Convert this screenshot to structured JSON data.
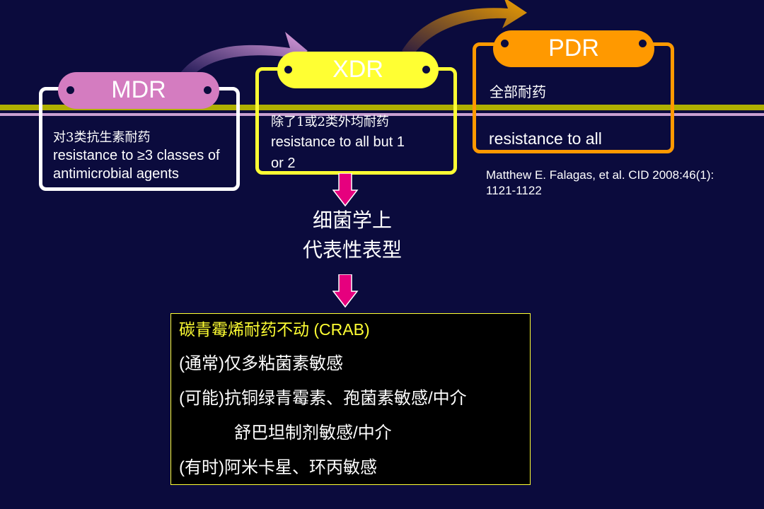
{
  "colors": {
    "background": "#0b0b3d",
    "mdr": "#d47cc0",
    "xdr": "#ffff33",
    "pdr": "#ff9900",
    "white": "#ffffff",
    "magenta": "#e6007e"
  },
  "mdr": {
    "label": "MDR",
    "desc_cn": "对3类抗生素耐药",
    "desc_en_1": "resistance to ≥3 classes of",
    "desc_en_2": "antimicrobial agents"
  },
  "xdr": {
    "label": "XDR",
    "desc_cn": "除了1或2类外均耐药",
    "desc_en_1": "resistance to all but 1",
    "desc_en_2": "or 2"
  },
  "pdr": {
    "label": "PDR",
    "desc_cn": "全部耐药",
    "desc_en": "resistance to all"
  },
  "citation": {
    "line1": "Matthew E. Falagas, et al. CID 2008:46(1):",
    "line2": "1121-1122"
  },
  "phenotype": {
    "line1": "细菌学上",
    "line2": "代表性表型"
  },
  "crab": {
    "title": "碳青霉烯耐药不动 (CRAB)",
    "items": [
      "(通常)仅多粘菌素敏感",
      "(可能)抗铜绿青霉素、孢菌素敏感/中介",
      "舒巴坦制剂敏感/中介",
      "(有时)阿米卡星、环丙敏感"
    ]
  }
}
